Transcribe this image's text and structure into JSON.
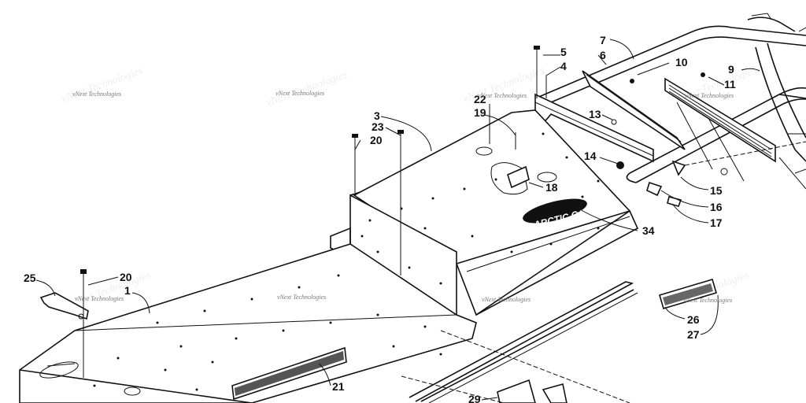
{
  "callouts": [
    {
      "id": "c1",
      "label": "1"
    },
    {
      "id": "c3",
      "label": "3"
    },
    {
      "id": "c4",
      "label": "4"
    },
    {
      "id": "c5",
      "label": "5"
    },
    {
      "id": "c6",
      "label": "6"
    },
    {
      "id": "c7",
      "label": "7"
    },
    {
      "id": "c9",
      "label": "9"
    },
    {
      "id": "c10",
      "label": "10"
    },
    {
      "id": "c11",
      "label": "11"
    },
    {
      "id": "c13",
      "label": "13"
    },
    {
      "id": "c14",
      "label": "14"
    },
    {
      "id": "c15",
      "label": "15"
    },
    {
      "id": "c16",
      "label": "16"
    },
    {
      "id": "c17",
      "label": "17"
    },
    {
      "id": "c18",
      "label": "18"
    },
    {
      "id": "c19",
      "label": "19"
    },
    {
      "id": "c20a",
      "label": "20"
    },
    {
      "id": "c20b",
      "label": "20"
    },
    {
      "id": "c21",
      "label": "21"
    },
    {
      "id": "c22",
      "label": "22"
    },
    {
      "id": "c23",
      "label": "23"
    },
    {
      "id": "c25",
      "label": "25"
    },
    {
      "id": "c26",
      "label": "26"
    },
    {
      "id": "c27",
      "label": "27"
    },
    {
      "id": "c29",
      "label": "29"
    },
    {
      "id": "c34",
      "label": "34"
    }
  ],
  "watermark": "vNext Technologies",
  "logo": {
    "text": "ARCTIC CAT"
  }
}
